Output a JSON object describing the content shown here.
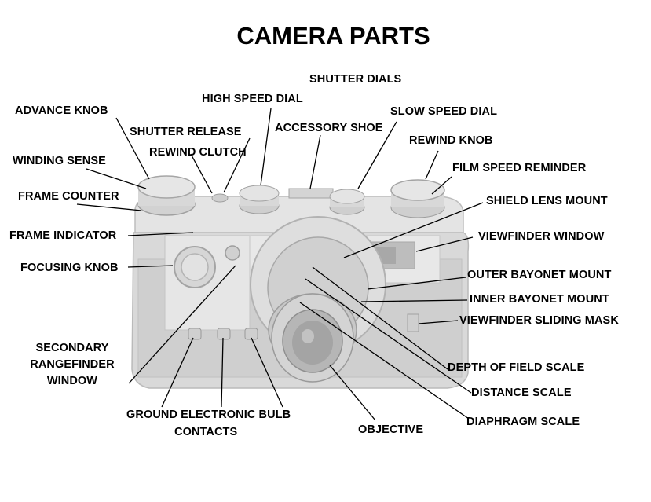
{
  "title": "CAMERA PARTS",
  "labels": {
    "shutter_dials": "SHUTTER  DIALS",
    "high_speed_dial": "HIGH SPEED  DIAL",
    "advance_knob": "ADVANCE KNOB",
    "slow_speed_dial": "SLOW SPEED DIAL",
    "shutter_release": "SHUTTER  RELEASE",
    "accessory_shoe": "ACCESSORY SHOE",
    "rewind_knob": "REWIND KNOB",
    "rewind_clutch": "REWIND CLUTCH",
    "winding_sense": "WINDING SENSE",
    "film_speed_reminder": "FILM SPEED REMINDER",
    "frame_counter": "FRAME COUNTER",
    "shield_lens_mount": "SHIELD LENS  MOUNT",
    "frame_indicator": "FRAME INDICATOR",
    "viewfinder_window": "VIEWFINDER  WINDOW",
    "focusing_knob": "FOCUSING KNOB",
    "outer_bayonet_mount": "OUTER  BAYONET  MOUNT",
    "inner_bayonet_mount": "INNER BAYONET MOUNT",
    "viewfinder_sliding_mask": "VIEWFINDER SLIDING MASK",
    "secondary_1": "SECONDARY",
    "secondary_2": "RANGEFINDER",
    "secondary_3": "WINDOW",
    "depth_of_field_scale": "DEPTH OF FIELD SCALE",
    "distance_scale": "DISTANCE SCALE",
    "ground_1": "GROUND  ELECTRONIC BULB",
    "ground_2": "CONTACTS",
    "objective": "OBJECTIVE",
    "diaphragm_scale": "DIAPHRAGM  SCALE"
  }
}
